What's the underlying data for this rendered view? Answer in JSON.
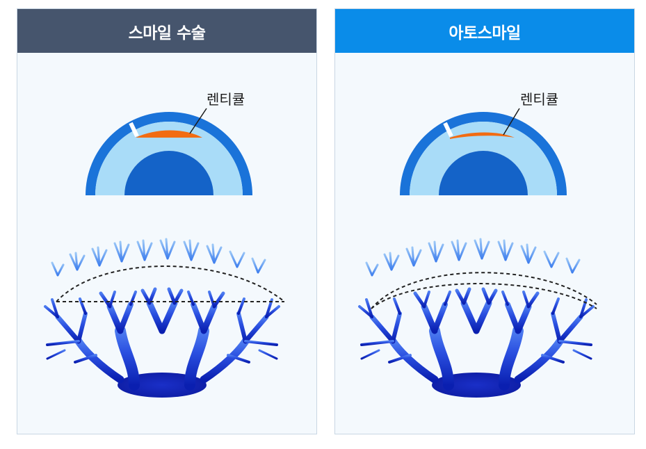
{
  "panels": [
    {
      "title": "스마일 수술",
      "lenticule_label": "렌티큘",
      "header_color": "#46556d"
    },
    {
      "title": "아토스마일",
      "lenticule_label": "렌티큘",
      "header_color": "#0a8ce9"
    }
  ],
  "colors": {
    "cornea_outer": "#1a73d9",
    "cornea_inner": "#a9dcf8",
    "pupil": "#1463c8",
    "lenticule": "#f26c13",
    "nerve_dark": "#1530c8",
    "nerve_light": "#5aa0ee"
  }
}
